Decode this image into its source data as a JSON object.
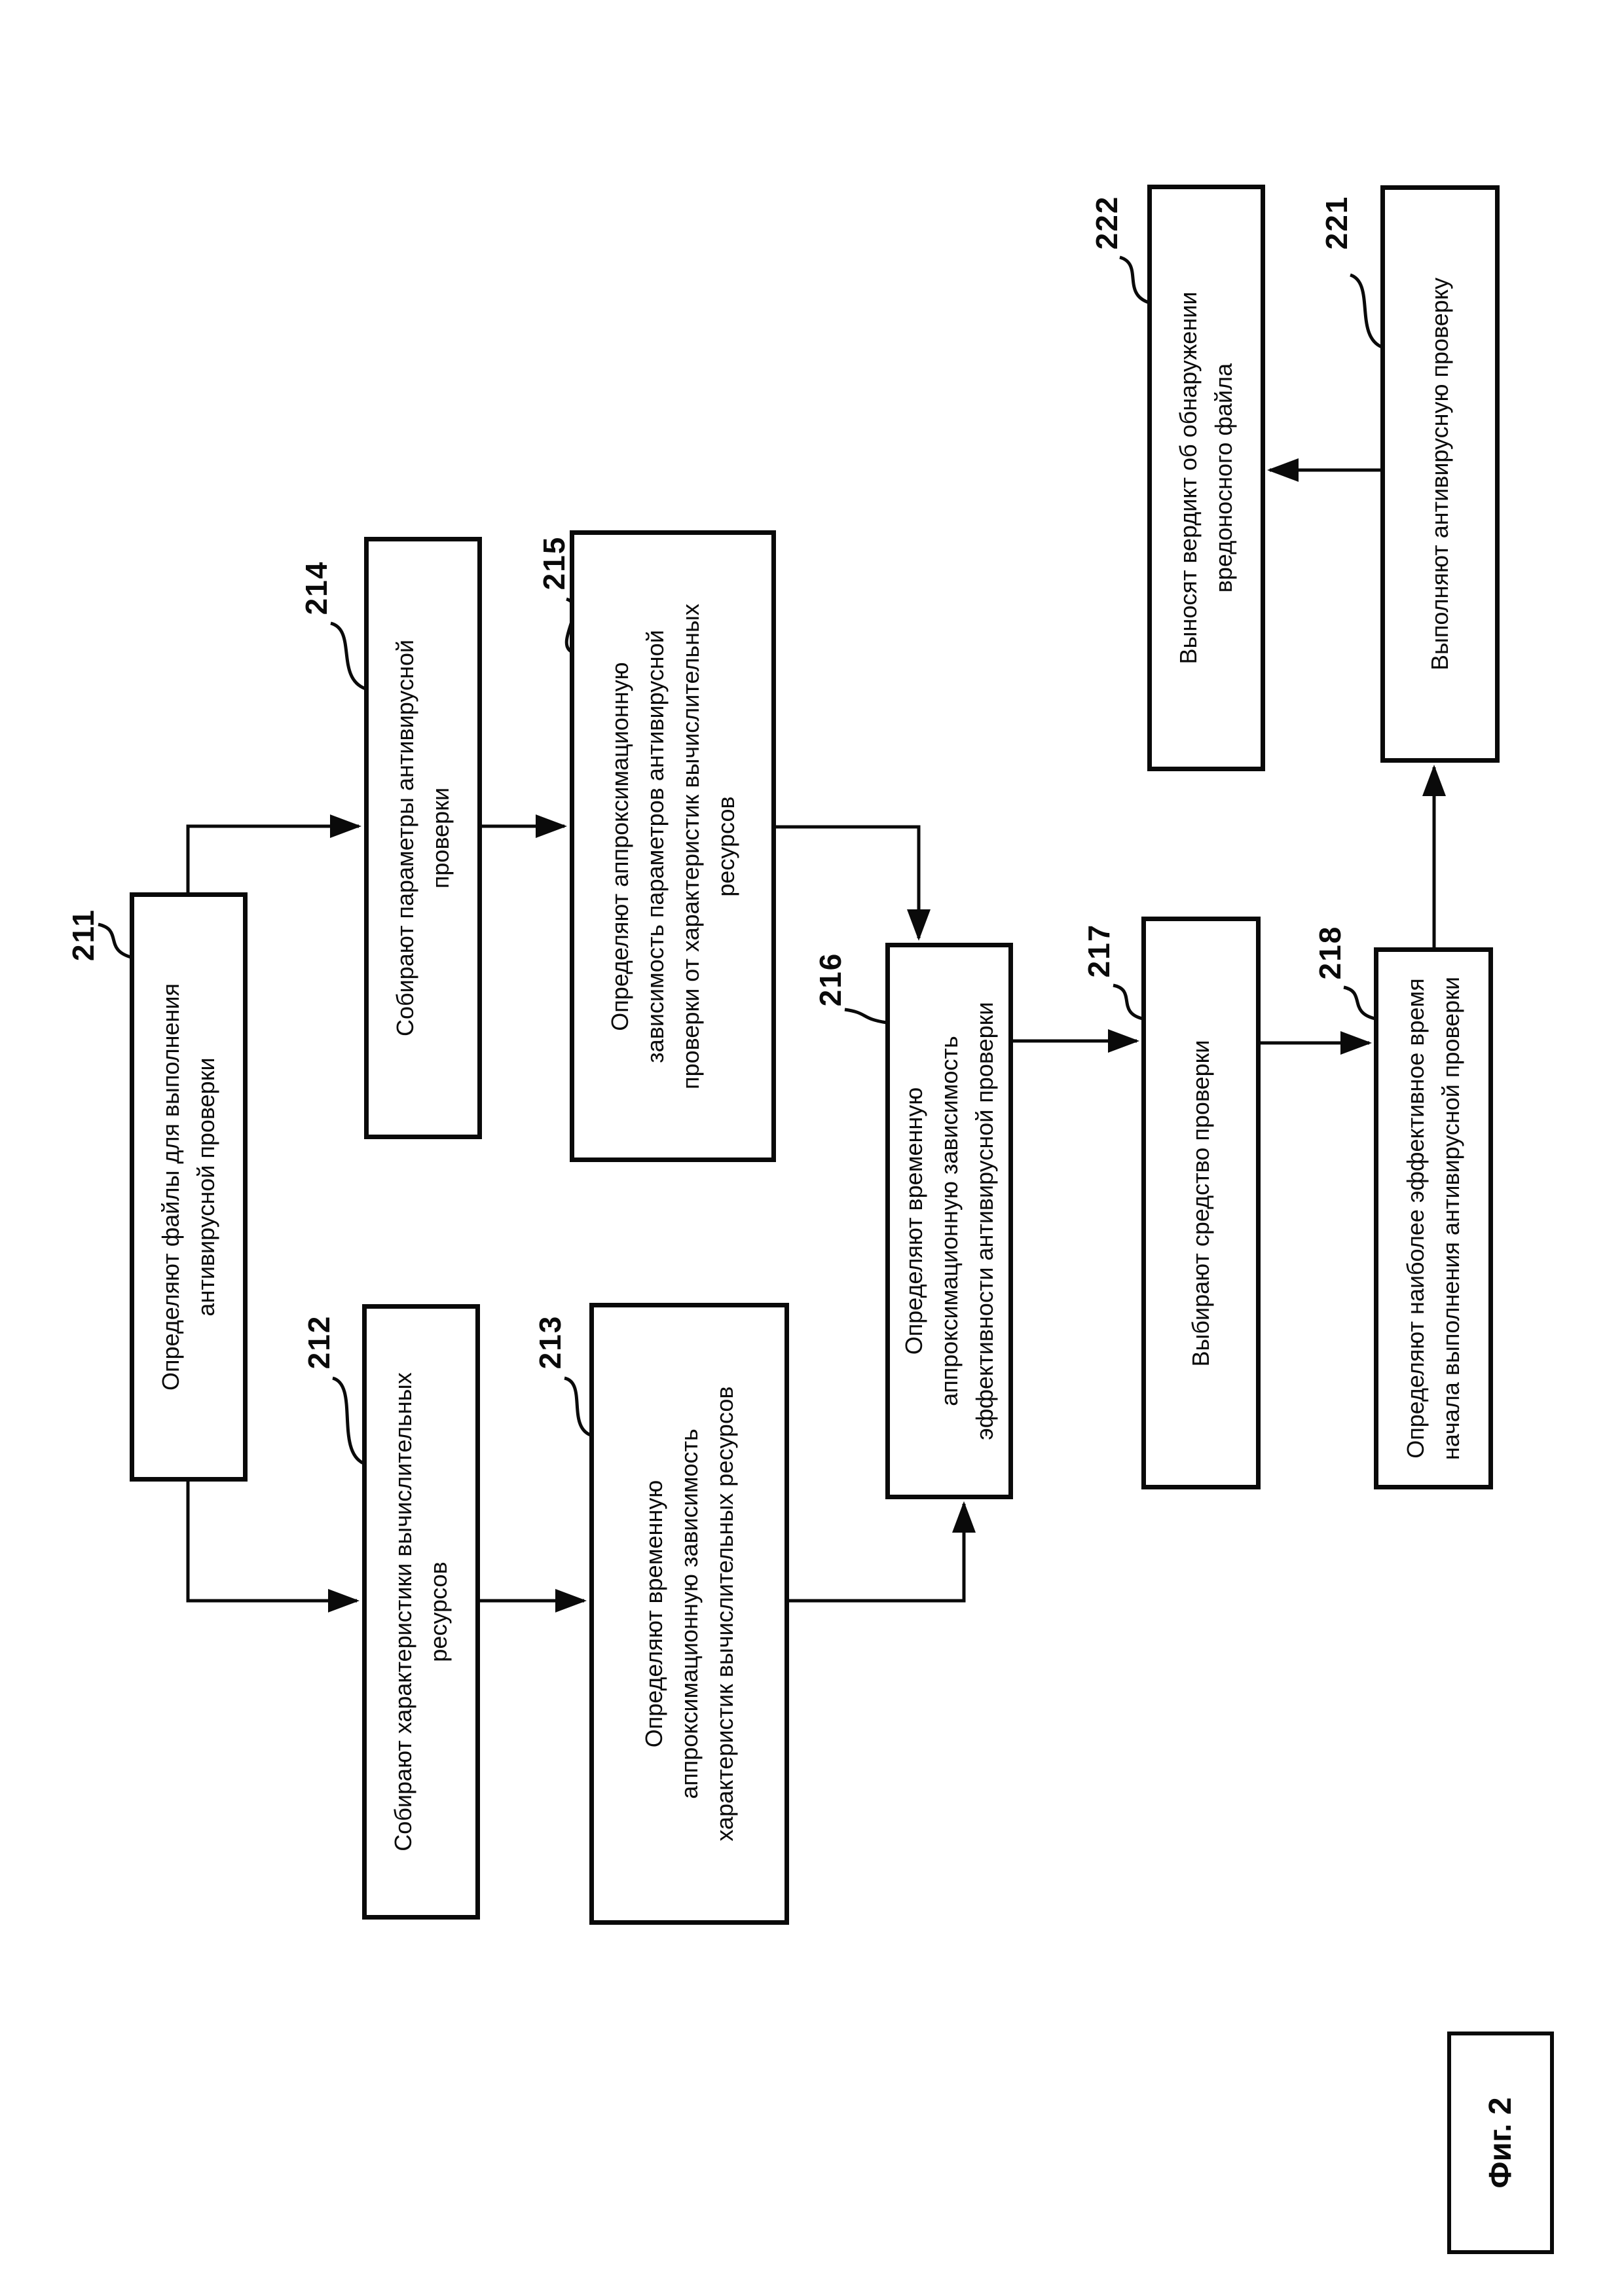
{
  "figure": {
    "caption": "Фиг. 2"
  },
  "nodes": [
    {
      "id": "211",
      "ref": "211",
      "text": "Определяют файлы для выполнения\nантивирусной проверки"
    },
    {
      "id": "212",
      "ref": "212",
      "text": "Собирают характеристики вычислительных\nресурсов"
    },
    {
      "id": "213",
      "ref": "213",
      "text": "Определяют временную\nаппроксимационную зависимость\nхарактеристик вычислительных ресурсов"
    },
    {
      "id": "214",
      "ref": "214",
      "text": "Собирают параметры антивирусной\nпроверки"
    },
    {
      "id": "215",
      "ref": "215",
      "text": "Определяют аппроксимационную\nзависимость параметров антивирусной\nпроверки от характеристик вычислительных\nресурсов"
    },
    {
      "id": "216",
      "ref": "216",
      "text": "Определяют временную\nаппроксимационную зависимость\nэффективности антивирусной проверки"
    },
    {
      "id": "217",
      "ref": "217",
      "text": "Выбирают средство проверки"
    },
    {
      "id": "218",
      "ref": "218",
      "text": "Определяют наиболее эффективное время\nначала выполнения антивирусной проверки"
    },
    {
      "id": "221",
      "ref": "221",
      "text": "Выполняют антивирусную проверку"
    },
    {
      "id": "222",
      "ref": "222",
      "text": "Выносят вердикт об обнаружении\nвредоносного файла"
    }
  ]
}
